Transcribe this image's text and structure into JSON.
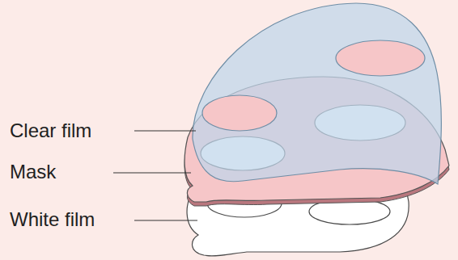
{
  "diagram": {
    "labels": [
      "Clear film",
      "Mask",
      "White film"
    ]
  }
}
